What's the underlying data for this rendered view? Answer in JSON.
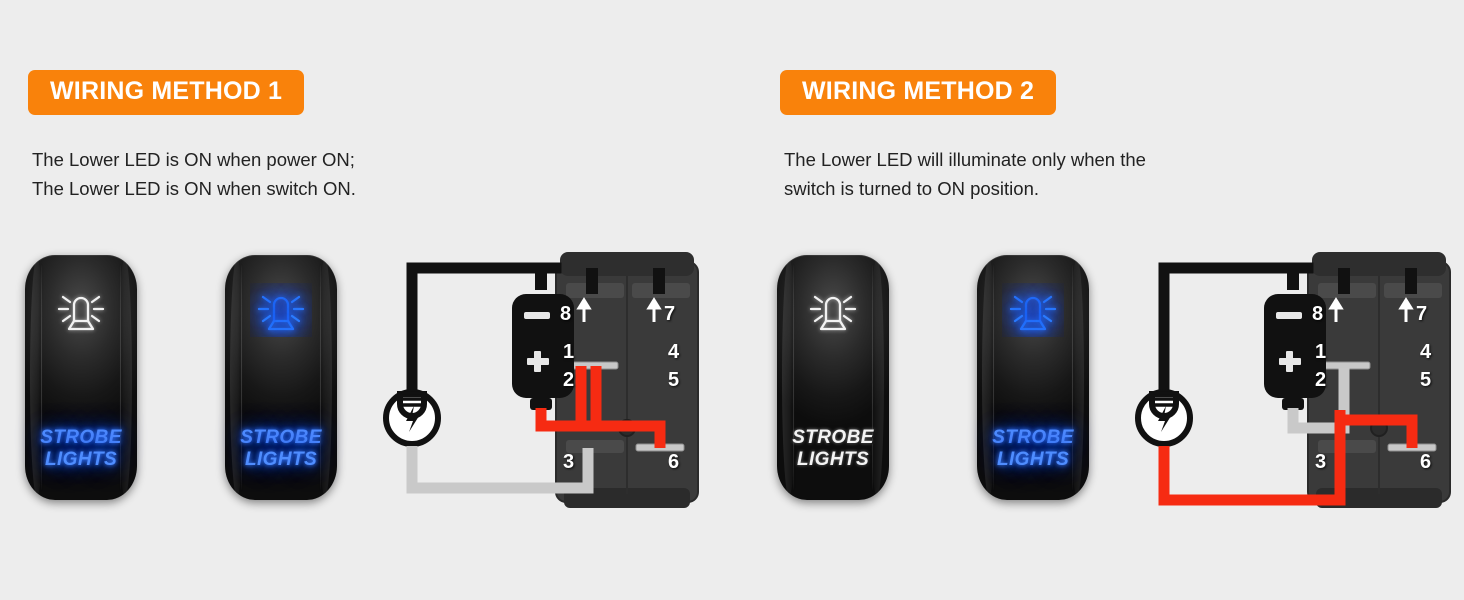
{
  "page": {
    "background_color": "#ededed",
    "accent_color": "#f9820b",
    "wire_colors": {
      "black": "#111111",
      "red": "#f62b12",
      "gray": "#c9c9c9",
      "white_text": "#ffffff"
    }
  },
  "methods": [
    {
      "badge_label": "WIRING METHOD 1",
      "description_line1": "The Lower LED is ON when power ON;",
      "description_line2": "The Lower LED is ON when switch ON.",
      "switches": [
        {
          "name": "switch-icon-off-label-on",
          "icon_state": "white",
          "label_state": "blue",
          "label_line1": "STROBE",
          "label_line2": "LIGHTS",
          "icon": "beacon-siren-icon"
        },
        {
          "name": "switch-icon-on-label-on",
          "icon_state": "blue",
          "label_state": "blue",
          "label_line1": "STROBE",
          "label_line2": "LIGHTS",
          "icon": "beacon-siren-icon"
        }
      ],
      "diagram": {
        "terminals_left": [
          "8",
          "1",
          "2",
          "3"
        ],
        "terminals_right": [
          "7",
          "4",
          "5",
          "6"
        ],
        "battery": {
          "negative": "–",
          "positive": "+"
        },
        "bulb": "light-bulb-icon",
        "connections": [
          {
            "from": "battery-negative",
            "to": "terminal-8",
            "color": "black"
          },
          {
            "from": "battery-negative",
            "to": "bulb",
            "color": "black"
          },
          {
            "from": "battery-negative-branch",
            "to": "terminal-7",
            "color": "black"
          },
          {
            "from": "battery-positive",
            "to": "terminal-2",
            "color": "red"
          },
          {
            "from": "terminal-2",
            "to": "terminal-6",
            "color": "red"
          },
          {
            "from": "bulb",
            "to": "terminal-3",
            "color": "gray"
          }
        ]
      }
    },
    {
      "badge_label": "WIRING METHOD 2",
      "description_line1": "The Lower LED will illuminate only when the",
      "description_line2": "switch is turned to ON position.",
      "switches": [
        {
          "name": "switch-icon-off-label-off",
          "icon_state": "white",
          "label_state": "white",
          "label_line1": "STROBE",
          "label_line2": "LIGHTS",
          "icon": "beacon-siren-icon"
        },
        {
          "name": "switch-icon-on-label-on",
          "icon_state": "blue",
          "label_state": "blue",
          "label_line1": "STROBE",
          "label_line2": "LIGHTS",
          "icon": "beacon-siren-icon"
        }
      ],
      "diagram": {
        "terminals_left": [
          "8",
          "1",
          "2",
          "3"
        ],
        "terminals_right": [
          "7",
          "4",
          "5",
          "6"
        ],
        "battery": {
          "negative": "–",
          "positive": "+"
        },
        "bulb": "light-bulb-icon",
        "connections": [
          {
            "from": "battery-negative",
            "to": "terminal-8",
            "color": "black"
          },
          {
            "from": "battery-negative",
            "to": "bulb",
            "color": "black"
          },
          {
            "from": "battery-negative-branch",
            "to": "terminal-7",
            "color": "black"
          },
          {
            "from": "battery-positive",
            "to": "terminal-2",
            "color": "gray"
          },
          {
            "from": "bulb",
            "to": "terminal-3",
            "color": "red"
          },
          {
            "from": "terminal-3",
            "to": "terminal-6",
            "color": "red"
          }
        ]
      }
    }
  ]
}
